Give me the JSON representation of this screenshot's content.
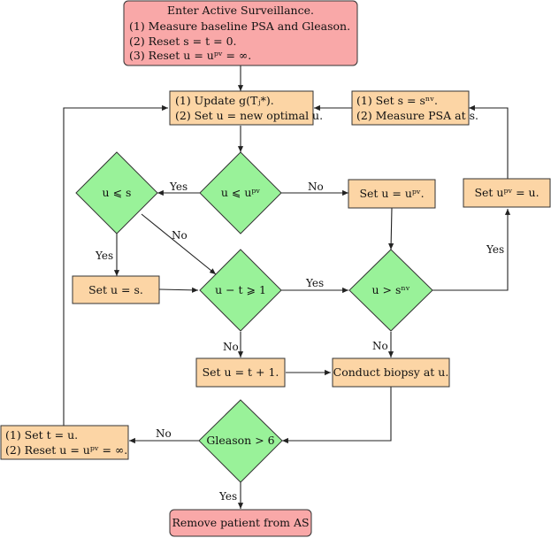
{
  "nodes": {
    "start": {
      "lines": [
        "Enter Active Surveillance.",
        "(1)  Measure baseline PSA and Gleason.",
        "(2)  Reset s = t = 0.",
        "(3)  Reset u = uᵖᵛ = ∞."
      ]
    },
    "update": {
      "lines": [
        "(1)  Update g(Tⱼ*).",
        "(2)  Set u = new optimal u."
      ]
    },
    "set_s": {
      "lines": [
        "(1)  Set s = sⁿᵛ.",
        "(2)  Measure PSA at s."
      ]
    },
    "d_u_le_upv": {
      "lines": [
        "u ⩽ uᵖᵛ"
      ]
    },
    "d_u_le_s": {
      "lines": [
        "u ⩽ s"
      ]
    },
    "set_u_upv": {
      "lines": [
        "Set u = uᵖᵛ."
      ]
    },
    "set_upv_u": {
      "lines": [
        "Set uᵖᵛ = u."
      ]
    },
    "set_u_s": {
      "lines": [
        "Set u = s."
      ]
    },
    "d_u_t": {
      "lines": [
        "u − t ⩾ 1"
      ]
    },
    "d_u_snv": {
      "lines": [
        "u > sⁿᵛ"
      ]
    },
    "set_u_t1": {
      "lines": [
        "Set u = t + 1."
      ]
    },
    "biopsy": {
      "lines": [
        "Conduct biopsy at u."
      ]
    },
    "gleason": {
      "lines": [
        "Gleason > 6"
      ]
    },
    "reset_t": {
      "lines": [
        "(1)  Set t = u.",
        "(2)  Reset u = uᵖᵛ = ∞."
      ]
    },
    "remove": {
      "lines": [
        "Remove patient from AS"
      ]
    }
  },
  "edge_labels": {
    "yes_1": "Yes",
    "no_1": "No",
    "yes_2": "Yes",
    "no_2": "No",
    "yes_3": "Yes",
    "no_3": "No",
    "yes_4": "Yes",
    "no_4": "No",
    "no_5": "No",
    "yes_5": "Yes"
  },
  "colors": {
    "terminal_fill": "#f9a8a8",
    "process_fill": "#fcd5a5",
    "decision_fill": "#99f299",
    "stroke": "#333333"
  }
}
